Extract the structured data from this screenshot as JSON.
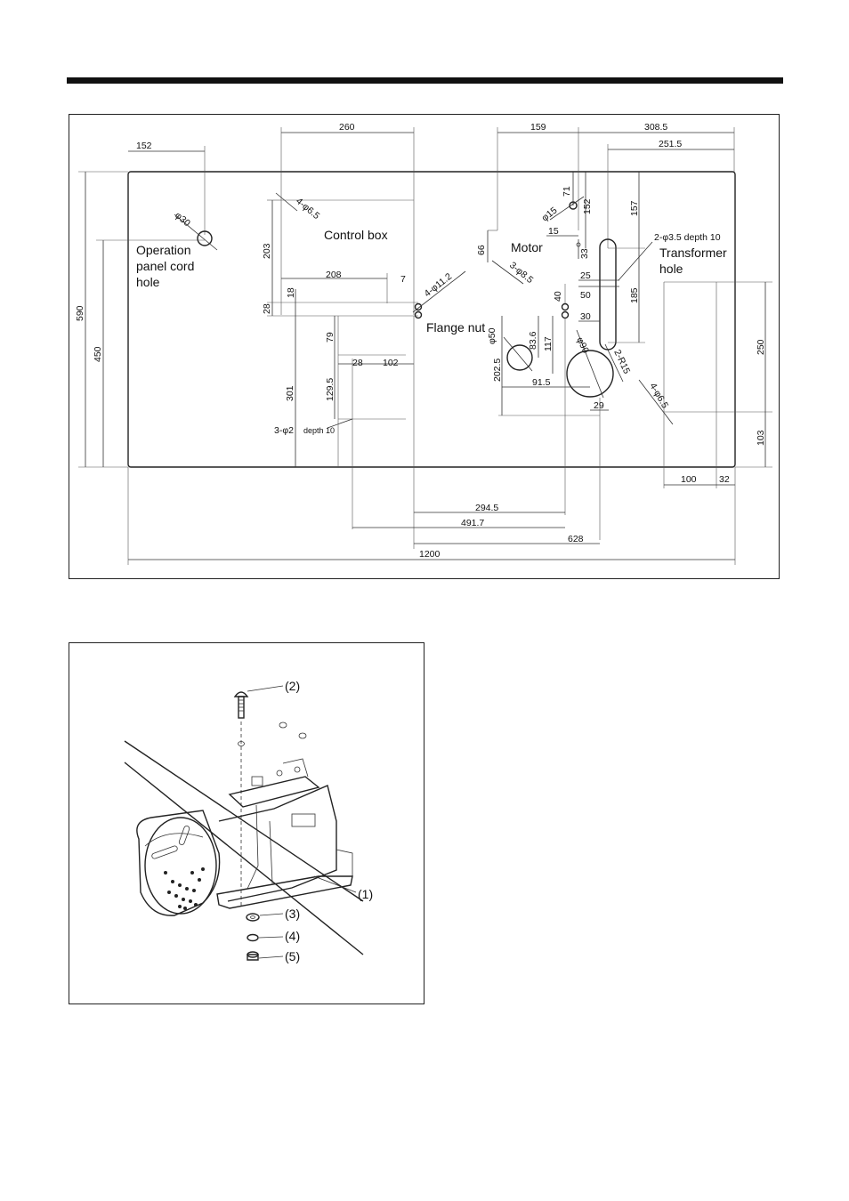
{
  "plan": {
    "labels": {
      "control_box": "Control box",
      "operation_panel": [
        "Operation",
        "panel cord",
        "hole"
      ],
      "motor": "Motor",
      "transformer": [
        "Transformer",
        "hole"
      ],
      "flange_nut": "Flange nut"
    },
    "callouts": {
      "d30": "φ30",
      "d6_5_4": "4-φ6.5",
      "d11_2_4": "4-φ11.2",
      "d8_5_3": "3-φ8.5",
      "d15": "φ15",
      "d50": "φ50",
      "d90": "φ90",
      "r15_2": "2-R15",
      "d6_5_4b": "4-φ6.5",
      "d3_5_2": "2-φ3.5  depth 10",
      "d2_3": "3-φ2",
      "d2_3_depth": "depth 10"
    },
    "dims": {
      "d152a": "152",
      "d260": "260",
      "d159": "159",
      "d308_5": "308.5",
      "d251_5": "251.5",
      "d71": "71",
      "d152b": "152",
      "d157": "157",
      "d15": "15",
      "d66": "66",
      "d33": "33",
      "d25": "25",
      "d50": "50",
      "d185": "185",
      "d30": "30",
      "d40": "40",
      "d7": "7",
      "d208": "208",
      "d203": "203",
      "d18": "18",
      "d28a": "28",
      "d79": "79",
      "d28b": "28",
      "d102": "102",
      "d129_5": "129.5",
      "d301": "301",
      "d83_6": "83.6",
      "d117": "117",
      "d202_5": "202.5",
      "d91_5": "91.5",
      "d29": "29",
      "d250": "250",
      "d103": "103",
      "d100": "100",
      "d32": "32",
      "d294_5": "294.5",
      "d491_7": "491.7",
      "d628": "628",
      "d1200": "1200",
      "d590": "590",
      "d450": "450"
    }
  },
  "parts": {
    "p1": "(1)",
    "p2": "(2)",
    "p3": "(3)",
    "p4": "(4)",
    "p5": "(5)"
  }
}
